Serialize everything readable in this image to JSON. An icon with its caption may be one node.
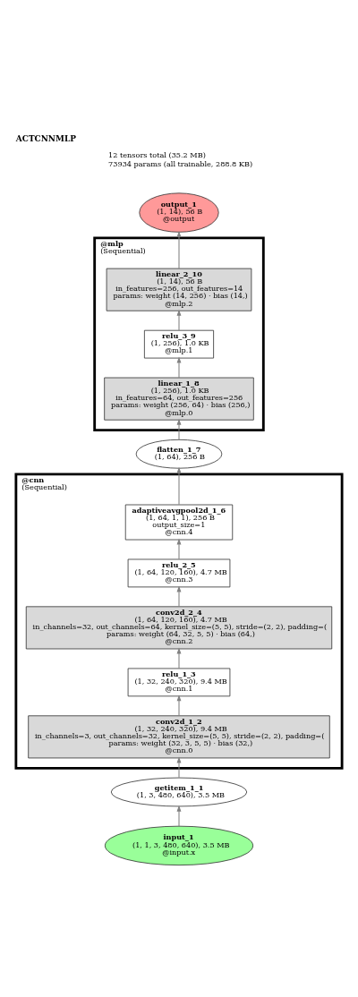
{
  "diagram": {
    "title": "ACTCNNMLP",
    "nodes": [
      {
        "text": [
          "output_1",
          "(1, 14), 56 B",
          "@output"
        ]
      },
      {
        "text": [
          "@mlp",
          "(Sequential)"
        ]
      },
      {
        "text": [
          "linear_2_10",
          "(1, 14), 56 B",
          "in_features=256, out_features=14",
          "params: weight (14, 256) · bias (14,)",
          "@mlp.2"
        ],
        "in": 1
      },
      {
        "text": [
          "relu_3_9",
          "(1, 256), 1.0 KB",
          "@mlp.1"
        ],
        "in": 1
      },
      {
        "text": [
          "linear_1_8",
          "(1, 256), 1.0 KB",
          "in_features=64, out_features=256",
          "params: weight (256, 64) · bias (256,)",
          "@mlp.0"
        ],
        "in": 1
      },
      {
        "text": [
          "flatten_1_7",
          "(1, 64), 256 B"
        ]
      },
      {
        "text": [
          "@cnn",
          "(Sequential)"
        ]
      },
      {
        "text": [
          "adaptiveavgpool2d_1_6",
          "(1, 64, 1, 1), 256 B",
          "output_size=1",
          "@cnn.4"
        ],
        "in": 6
      },
      {
        "text": [
          "relu_2_5",
          "(1, 64, 120, 160), 4.7 MB",
          "@cnn.3"
        ],
        "in": 6
      },
      {
        "text": [
          "conv2d_2_4",
          "(1, 64, 120, 160), 4.7 MB",
          "in_channels=32, out_channels=64, kernel_size=(5, 5), stride=(2, 2), padding=(",
          "params: weight (64, 32, 5, 5) · bias (64,)",
          "@cnn.2"
        ],
        "in": 6
      },
      {
        "text": [
          "relu_1_3",
          "(1, 32, 240, 320), 9.4 MB",
          "@cnn.1"
        ],
        "in": 6
      },
      {
        "text": [
          "conv2d_1_2",
          "(1, 32, 240, 320), 9.4 MB",
          "in_channels=3, out_channels=32, kernel_size=(5, 5), stride=(2, 2), padding=(",
          "params: weight (32, 3, 5, 5) · bias (32,)",
          "@cnn.0"
        ],
        "in": 6
      },
      {
        "text": [
          "getitem_1_1",
          "(1, 3, 480, 640), 3.5 MB"
        ]
      },
      {
        "text": [
          "input_1",
          "(1, 1, 3, 480, 640), 3.5 MB",
          "@input.x"
        ]
      }
    ],
    "edges": [
      {
        "from": 13,
        "to": 12,
        "arrow": "to"
      },
      {
        "from": 12,
        "to": 11,
        "arrow": "to"
      },
      {
        "from": 11,
        "to": 10,
        "arrow": "to"
      },
      {
        "from": 10,
        "to": 9,
        "arrow": "to"
      },
      {
        "from": 9,
        "to": 8,
        "arrow": "to"
      },
      {
        "from": 8,
        "to": 7,
        "arrow": "to"
      },
      {
        "from": 7,
        "to": 5,
        "arrow": "to"
      },
      {
        "from": 5,
        "to": 4,
        "arrow": "to"
      },
      {
        "from": 4,
        "to": 3,
        "arrow": "to"
      },
      {
        "from": 3,
        "to": 2,
        "arrow": "to"
      },
      {
        "from": 2,
        "to": 0,
        "arrow": "to"
      }
    ],
    "labels": [
      "12 tensors total (35.2 MB)",
      "73934 params (all trainable, 288.8 KB)"
    ]
  }
}
